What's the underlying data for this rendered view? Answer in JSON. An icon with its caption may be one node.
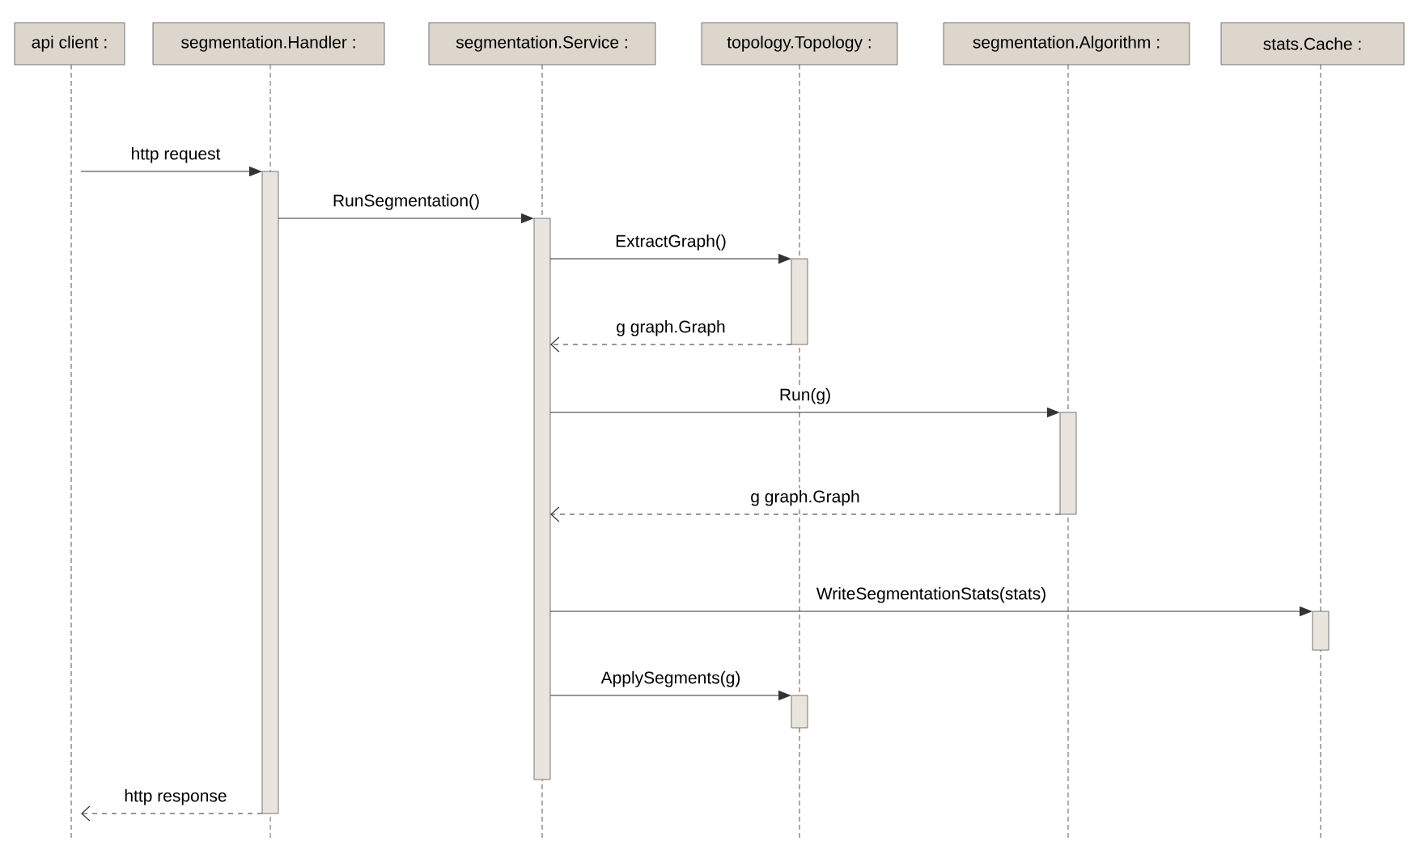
{
  "diagram": {
    "nodes": [
      {
        "text": [
          "api client :"
        ]
      },
      {
        "text": [
          "segmentation.Handler :"
        ]
      },
      {
        "text": [
          "segmentation.Service :"
        ]
      },
      {
        "text": [
          "topology.Topology :"
        ]
      },
      {
        "text": [
          "segmentation.Algorithm :"
        ]
      },
      {
        "text": [
          "stats.Cache :"
        ]
      },
      {
        "text": [],
        "shape": "bar"
      },
      {
        "text": [],
        "shape": "bar"
      },
      {
        "text": [],
        "shape": "bar"
      },
      {
        "text": [],
        "shape": "bar"
      },
      {
        "text": [],
        "shape": "bar"
      },
      {
        "text": [],
        "shape": "bar"
      }
    ],
    "edges": [
      {
        "from": null,
        "to": 6,
        "arrow": "to",
        "label": "http request"
      },
      {
        "from": 6,
        "to": 7,
        "arrow": "to",
        "label": "RunSegmentation()"
      },
      {
        "from": 7,
        "to": 8,
        "arrow": "to",
        "label": "ExtractGraph()"
      },
      {
        "from": 8,
        "to": 7,
        "arrow": "to",
        "label": "g graph.Graph",
        "style": "dashed"
      },
      {
        "from": 7,
        "to": 9,
        "arrow": "to",
        "label": "Run(g)"
      },
      {
        "from": 9,
        "to": 7,
        "arrow": "to",
        "label": "g graph.Graph",
        "style": "dashed"
      },
      {
        "from": 7,
        "to": 10,
        "arrow": "to",
        "label": "WriteSegmentationStats(stats)"
      },
      {
        "from": 7,
        "to": 11,
        "arrow": "to",
        "label": "ApplySegments(g)"
      },
      {
        "from": 6,
        "to": null,
        "arrow": "to",
        "label": "http response",
        "style": "dashed"
      }
    ]
  }
}
